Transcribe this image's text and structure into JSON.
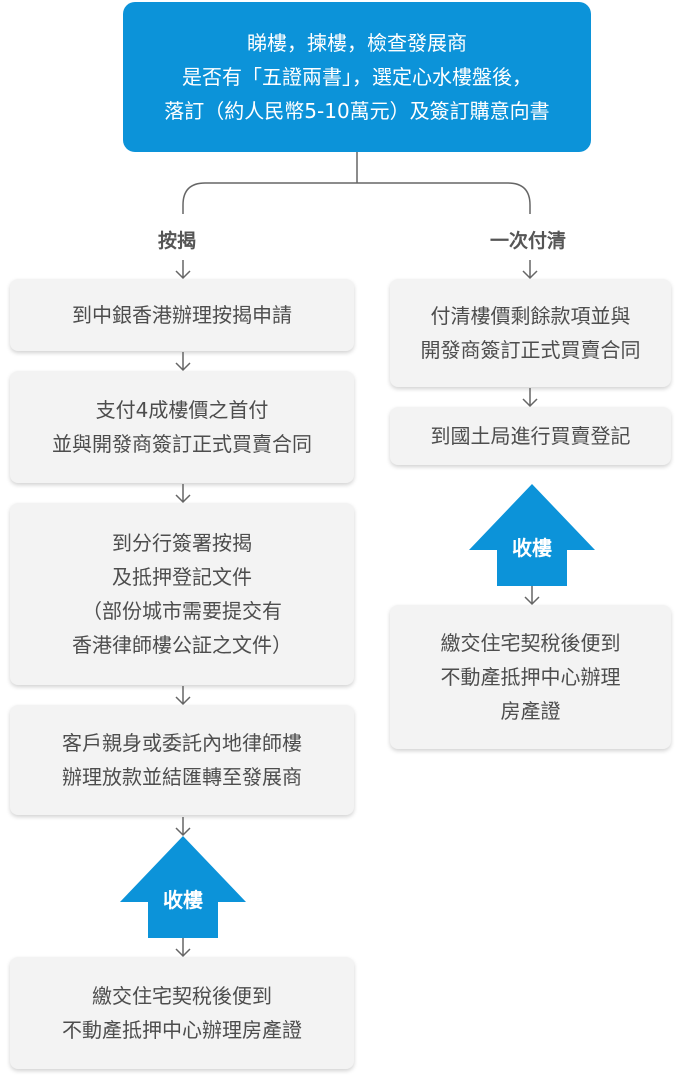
{
  "top": {
    "lines": [
      "睇樓，揀樓，檢查發展商",
      "是否有「五證兩書」，選定心水樓盤後，",
      "落訂（約人民幣5-10萬元）及簽訂購意向書"
    ]
  },
  "left": {
    "label": "按揭",
    "steps": [
      {
        "lines": [
          "到中銀香港辦理按揭申請"
        ]
      },
      {
        "lines": [
          "支付4成樓價之首付",
          "並與開發商簽訂正式買賣合同"
        ]
      },
      {
        "lines": [
          "到分行簽署按揭",
          "及抵押登記文件",
          "（部份城市需要提交有",
          "香港律師樓公証之文件）"
        ]
      },
      {
        "lines": [
          "客戶親身或委託內地律師樓",
          "辦理放款並結匯轉至發展商"
        ]
      }
    ],
    "house_label": "收樓",
    "final": {
      "lines": [
        "繳交住宅契稅後便到",
        "不動產抵押中心辦理房產證"
      ]
    }
  },
  "right": {
    "label": "一次付清",
    "steps": [
      {
        "lines": [
          "付清樓價剩餘款項並與",
          "開發商簽訂正式買賣合同"
        ]
      },
      {
        "lines": [
          "到國土局進行買賣登記"
        ]
      }
    ],
    "house_label": "收樓",
    "final": {
      "lines": [
        "繳交住宅契稅後便到",
        "不動產抵押中心辦理",
        "房產證"
      ]
    }
  },
  "colors": {
    "accent": "#0c93d9",
    "box_bg": "#f3f3f3",
    "line": "#666666",
    "text": "#4d4d4d"
  }
}
